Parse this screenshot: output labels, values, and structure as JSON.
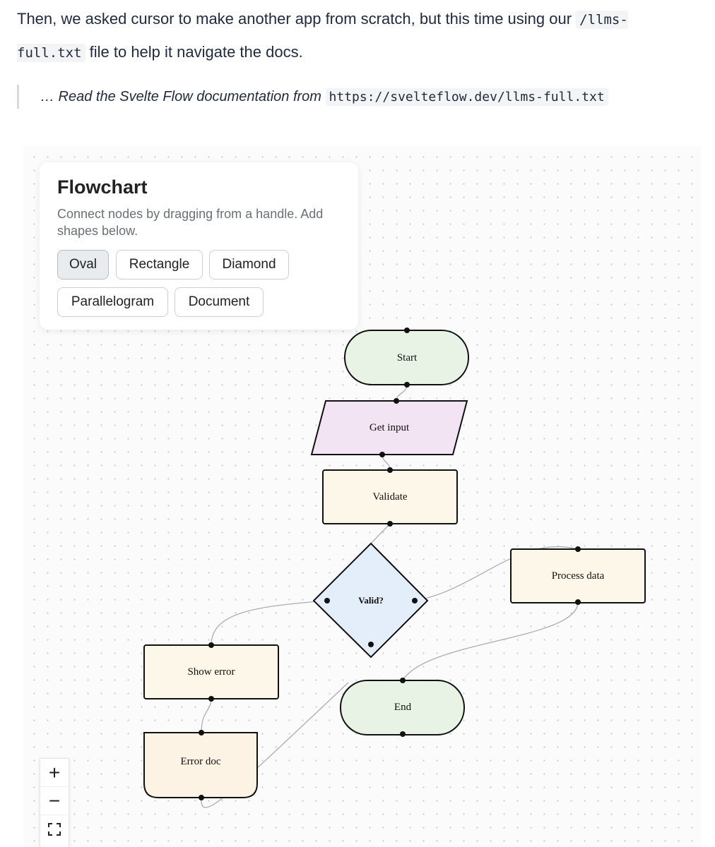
{
  "article": {
    "para_before": "Then, we asked cursor to make another app from scratch, but this time using our ",
    "para_code": "/llms-full.txt",
    "para_after": " file to help it navigate the docs.",
    "quote_text": "… Read the Svelte Flow documentation from ",
    "quote_code": "https://svelteflow.dev/llms-full.txt"
  },
  "panel": {
    "title": "Flowchart",
    "description": "Connect nodes by dragging from a handle. Add shapes below.",
    "buttons": {
      "oval": "Oval",
      "rectangle": "Rectangle",
      "diamond": "Diamond",
      "parallelogram": "Parallelogram",
      "document": "Document"
    },
    "active_shape": "Oval"
  },
  "nodes": {
    "start": "Start",
    "get_input": "Get input",
    "validate": "Validate",
    "valid": "Valid?",
    "process_data": "Process data",
    "show_error": "Show error",
    "end": "End",
    "error_doc": "Error doc"
  },
  "colors": {
    "oval_fill": "#e8f3e6",
    "parallelogram_fill": "#f2e4f3",
    "rectangle_fill": "#fdf7e9",
    "diamond_fill": "#e4eefb",
    "document_fill": "#fdf3e4",
    "edge": "#a9adb3",
    "stroke": "#111111"
  },
  "controls": {
    "zoom_in": "+",
    "zoom_out": "−",
    "fit_view": "fit-view-icon"
  }
}
